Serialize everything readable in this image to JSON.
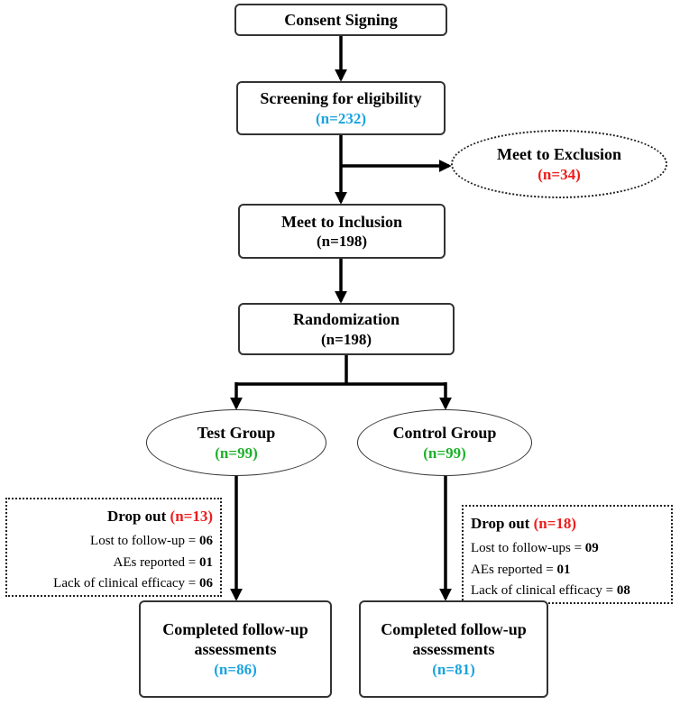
{
  "nodes": {
    "consent": {
      "title": "Consent Signing"
    },
    "screening": {
      "title": "Screening for eligibility",
      "count": "(n=232)"
    },
    "exclusion": {
      "title": "Meet to Exclusion",
      "count": "(n=34)"
    },
    "inclusion": {
      "title": "Meet to Inclusion",
      "count": "(n=198)"
    },
    "randomization": {
      "title": "Randomization",
      "count": "(n=198)"
    },
    "test_group": {
      "title": "Test Group",
      "count": "(n=99)"
    },
    "control_group": {
      "title": "Control Group",
      "count": "(n=99)"
    },
    "test_completed": {
      "title_line1": "Completed follow-up",
      "title_line2": "assessments",
      "count": "(n=86)"
    },
    "control_completed": {
      "title_line1": "Completed follow-up",
      "title_line2": "assessments",
      "count": "(n=81)"
    }
  },
  "dropouts": {
    "test": {
      "label": "Drop out",
      "count": "(n=13)",
      "items": [
        {
          "label": "Lost to follow-up = ",
          "value": "06"
        },
        {
          "label": "AEs reported = ",
          "value": "01"
        },
        {
          "label": "Lack of clinical efficacy = ",
          "value": "06"
        }
      ]
    },
    "control": {
      "label": "Drop out",
      "count": "(n=18)",
      "items": [
        {
          "label": "Lost to follow-ups = ",
          "value": "09"
        },
        {
          "label": "AEs reported = ",
          "value": "01"
        },
        {
          "label": "Lack of clinical efficacy = ",
          "value": "08"
        }
      ]
    }
  },
  "colors": {
    "screening_count": "#1aa3e0",
    "exclusion_count": "#ee1c1c",
    "dropout_count": "#ee1c1c",
    "group_count": "#1eb02a",
    "completed_count": "#1aa3e0"
  }
}
